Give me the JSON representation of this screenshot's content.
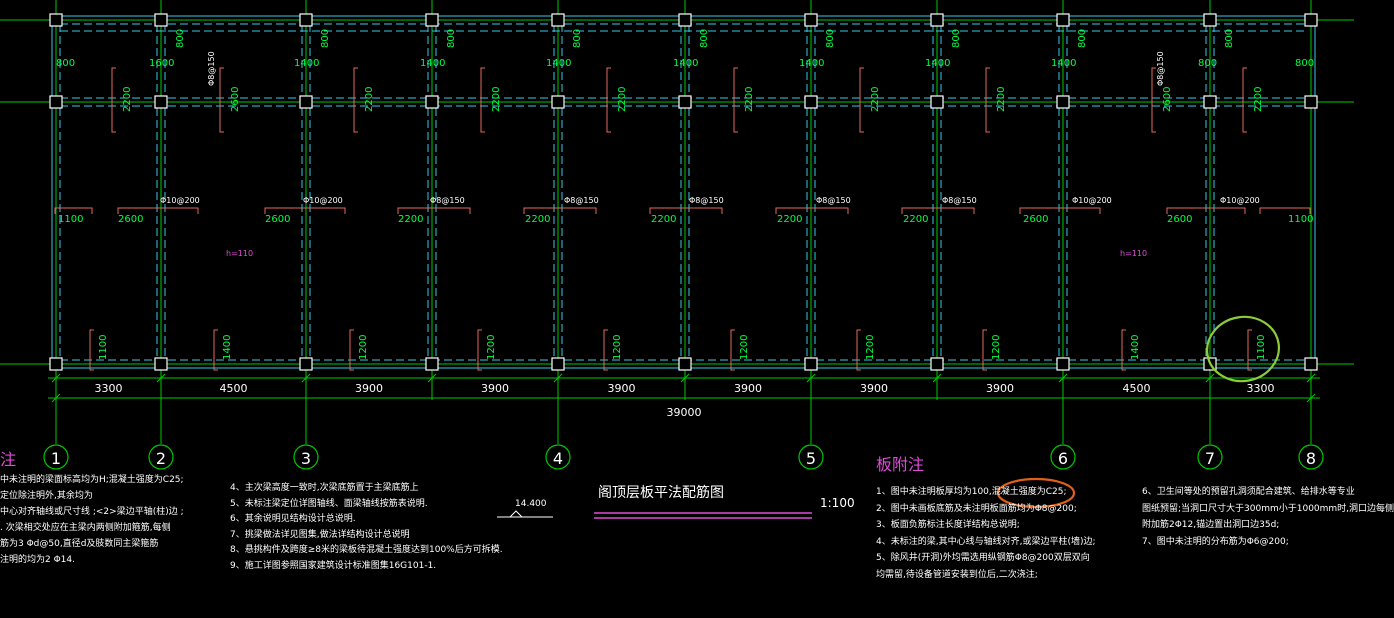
{
  "colors": {
    "background": "#000000",
    "grid_line": "#00c800",
    "beam_line": "#38c8e8",
    "column": "#ffffff",
    "rebar_mark": "#e46a5a",
    "dim_text": "#00ff40",
    "note_title": "#e04ad8",
    "note_text": "#ffffff",
    "circle_markup": "#8ccc3a",
    "ellipse_markup": "#e0601a"
  },
  "axes": {
    "labels": [
      "1",
      "2",
      "3",
      "4",
      "5",
      "6",
      "7",
      "8"
    ]
  },
  "dimensions": {
    "bay_spans": [
      "3300",
      "4500",
      "3900",
      "3900",
      "3900",
      "3900",
      "3900",
      "3900",
      "4500",
      "3300"
    ],
    "total": "39000"
  },
  "top_rebar_lengths": [
    "800",
    "800",
    "1600",
    "800",
    "1400",
    "800",
    "1400",
    "800",
    "1400",
    "800",
    "1400",
    "800",
    "1400",
    "800",
    "1400",
    "800",
    "1400",
    "800",
    "800",
    "800"
  ],
  "mid_rebar_lengths": [
    "2200",
    "2600",
    "2200",
    "2200",
    "2200",
    "2200",
    "2200",
    "2200",
    "2600",
    "2200"
  ],
  "slab_rebar_specs": [
    "Φ10@200",
    "Φ10@200",
    "Φ8@150",
    "Φ8@150",
    "Φ8@150",
    "Φ8@150",
    "Φ8@150",
    "Φ10@200",
    "Φ10@200"
  ],
  "span_rebar_lengths": [
    "1100",
    "2600",
    "2600",
    "2200",
    "2200",
    "2200",
    "2200",
    "2200",
    "2600",
    "2600",
    "1100"
  ],
  "bottom_rebar_lengths": [
    "1100",
    "1400",
    "1200",
    "1200",
    "1200",
    "1200",
    "1200",
    "1200",
    "1400",
    "1100"
  ],
  "vertical_spec_labels": [
    "Φ8@150",
    "Φ8@150"
  ],
  "slab_thickness_labels": [
    "h=110",
    "h=110"
  ],
  "drawing": {
    "title": "阁顶层板平法配筋图",
    "scale": "1:100",
    "elevation": "14.400"
  },
  "notes_left": {
    "title": "注",
    "lines": [
      "中未注明的梁面标高均为H;混凝土强度为C25;",
      "定位除注明外,其余均为",
      "中心对齐轴线或尺寸线 ;<2>梁边平轴(柱)边 ;",
      ". 次梁相交处应在主梁内两侧附加箍筋,每侧",
      "筋为3 Φd@50,直径d及肢数同主梁箍筋",
      "注明的均为2 Φ14."
    ]
  },
  "notes_mid": {
    "lines": [
      "4、主次梁高度一致时,次梁底筋置于主梁底筋上",
      "5、未标注梁定位详图轴线、面梁轴线按筋表说明.",
      "6、其余说明见结构设计总说明.",
      "7、挑梁做法详见图集,做法详结构设计总说明",
      "8、悬挑构件及跨度≥8米的梁板待混凝土强度达到100%后方可拆模.",
      "9、施工详图参照国家建筑设计标准图集16G101-1."
    ]
  },
  "notes_right": {
    "title": "板附注",
    "lines": [
      "1、图中未注明板厚均为100,混凝土强度为C25;",
      "2、图中未画板底筋及未注明板面筋均为Φ8@200;",
      "3、板面负筋标注长度详结构总说明;",
      "4、未标注的梁,其中心线与轴线对齐,或梁边平柱(墙)边;",
      "5、除风井(开洞)外均需选用纵钢筋Φ8@200双层双向",
      "均需留,待设备管道安装到位后,二次浇注;"
    ]
  },
  "notes_far_right": {
    "lines": [
      "6、卫生间等处的预留孔洞须配合建筑、给排水等专业",
      "图纸预留;当洞口尺寸大于300mm小于1000mm时,洞口边每侧",
      "附加筋2Φ12,锚边置出洞口边35d;",
      "7、图中未注明的分布筋为Φ6@200;"
    ]
  }
}
